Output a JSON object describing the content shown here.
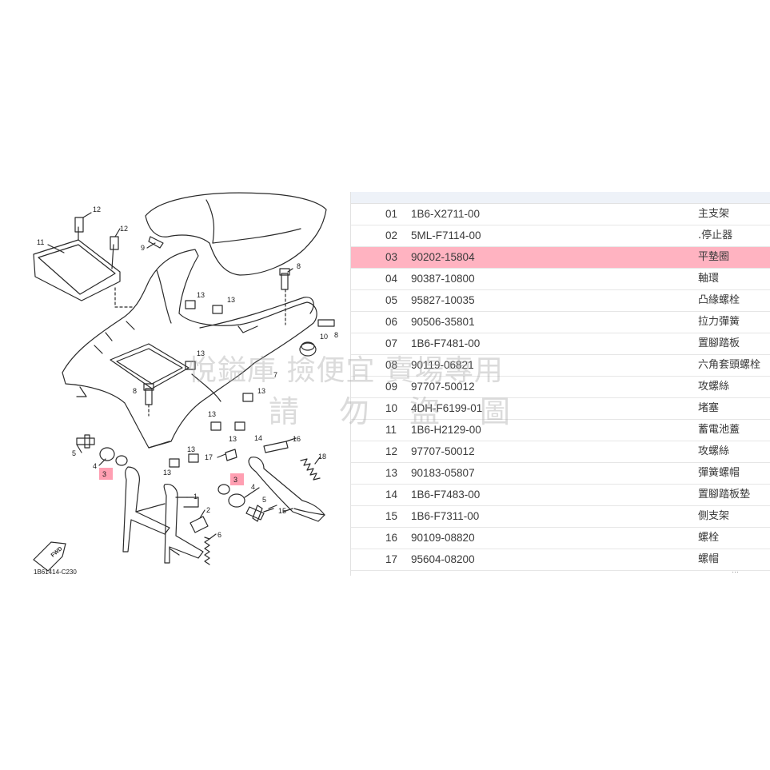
{
  "diagram": {
    "code": "1B61414-C230",
    "fwd_label": "FWD",
    "callouts": {
      "c1": "1",
      "c2": "2",
      "c3a": "3",
      "c3b": "3",
      "c4a": "4",
      "c4b": "4",
      "c5a": "5",
      "c5b": "5",
      "c6": "6",
      "c7": "7",
      "c8a": "8",
      "c8b": "8",
      "c9": "9",
      "c10": "10",
      "c11": "11",
      "c12": "12",
      "c13a": "13",
      "c13b": "13",
      "c13c": "13",
      "c13d": "13",
      "c13e": "13",
      "c13f": "13",
      "c13g": "13",
      "c13h": "13",
      "c14": "14",
      "c15": "15",
      "c16": "16",
      "c17": "17",
      "c18": "18"
    },
    "highlight_color": "#ffb3c1"
  },
  "watermark": {
    "line1": "悅鎰庫 撿便宜 賣場專用",
    "line2": "請勿盜圖"
  },
  "parts": [
    {
      "no": "01",
      "part_no": "1B6-X2711-00",
      "name": "主支架",
      "highlighted": false
    },
    {
      "no": "02",
      "part_no": "5ML-F7114-00",
      "name": ".停止器",
      "highlighted": false
    },
    {
      "no": "03",
      "part_no": "90202-15804",
      "name": "平墊圈",
      "highlighted": true
    },
    {
      "no": "04",
      "part_no": "90387-10800",
      "name": "軸環",
      "highlighted": false
    },
    {
      "no": "05",
      "part_no": "95827-10035",
      "name": "凸緣螺栓",
      "highlighted": false
    },
    {
      "no": "06",
      "part_no": "90506-35801",
      "name": "拉力彈簧",
      "highlighted": false
    },
    {
      "no": "07",
      "part_no": "1B6-F7481-00",
      "name": "置腳踏板",
      "highlighted": false
    },
    {
      "no": "08",
      "part_no": "90119-06821",
      "name": "六角套頭螺栓",
      "highlighted": false
    },
    {
      "no": "09",
      "part_no": "97707-50012",
      "name": "攻螺絲",
      "highlighted": false
    },
    {
      "no": "10",
      "part_no": "4DH-F6199-01",
      "name": "堵塞",
      "highlighted": false
    },
    {
      "no": "11",
      "part_no": "1B6-H2129-00",
      "name": "蓄電池蓋",
      "highlighted": false
    },
    {
      "no": "12",
      "part_no": "97707-50012",
      "name": "攻螺絲",
      "highlighted": false
    },
    {
      "no": "13",
      "part_no": "90183-05807",
      "name": "彈簧螺帽",
      "highlighted": false
    },
    {
      "no": "14",
      "part_no": "1B6-F7483-00",
      "name": "置腳踏板墊",
      "highlighted": false
    },
    {
      "no": "15",
      "part_no": "1B6-F7311-00",
      "name": "側支架",
      "highlighted": false
    },
    {
      "no": "16",
      "part_no": "90109-08820",
      "name": "螺栓",
      "highlighted": false
    },
    {
      "no": "17",
      "part_no": "95604-08200",
      "name": "螺帽",
      "highlighted": false
    }
  ],
  "parts_cut_text": "…"
}
